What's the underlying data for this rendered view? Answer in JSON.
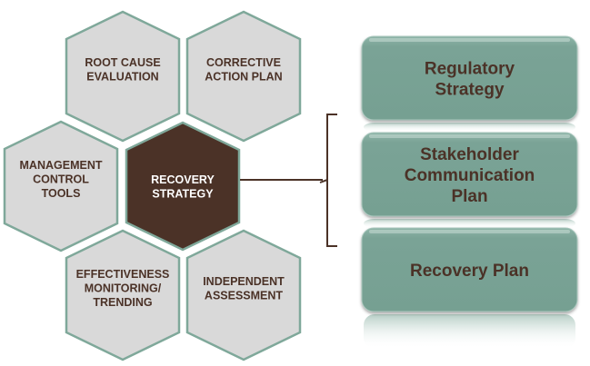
{
  "colors": {
    "hex_fill": "#d9d9d9",
    "hex_stroke": "#7fa89a",
    "hex_text": "#4b3227",
    "center_fill": "#4b3227",
    "center_text": "#ffffff",
    "box_fill": "#7aa396",
    "box_text": "#4b3227",
    "connector": "#4b3227"
  },
  "hexagons": [
    {
      "id": "root-cause-evaluation",
      "lines": [
        "ROOT CAUSE",
        "EVALUATION"
      ],
      "center": false
    },
    {
      "id": "corrective-action-plan",
      "lines": [
        "CORRECTIVE",
        "ACTION PLAN"
      ],
      "center": false
    },
    {
      "id": "management-control-tools",
      "lines": [
        "MANAGEMENT",
        "CONTROL",
        "TOOLS"
      ],
      "center": false
    },
    {
      "id": "recovery-strategy",
      "lines": [
        "RECOVERY",
        "STRATEGY"
      ],
      "center": true
    },
    {
      "id": "effectiveness-monitoring-trending",
      "lines": [
        "EFFECTIVENESS",
        "MONITORING/",
        "TRENDING"
      ],
      "center": false
    },
    {
      "id": "independent-assessment",
      "lines": [
        "INDEPENDENT",
        "ASSESSMENT"
      ],
      "center": false
    }
  ],
  "boxes": [
    {
      "id": "regulatory-strategy",
      "lines": [
        "Regulatory",
        "Strategy"
      ]
    },
    {
      "id": "stakeholder-communication-plan",
      "lines": [
        "Stakeholder",
        "Communication",
        "Plan"
      ]
    },
    {
      "id": "recovery-plan",
      "lines": [
        "Recovery Plan"
      ]
    }
  ]
}
